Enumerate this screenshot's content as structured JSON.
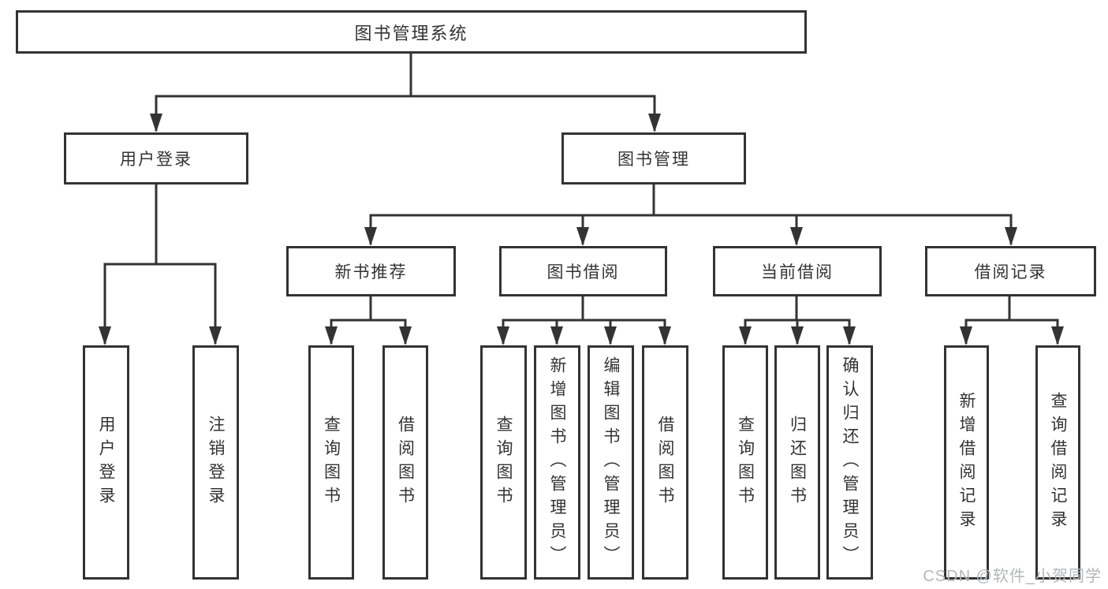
{
  "diagram": {
    "root": {
      "label": "图书管理系统"
    },
    "branches": [
      {
        "label": "用户登录",
        "children": [
          {
            "label": "用户登录"
          },
          {
            "label": "注销登录"
          }
        ]
      },
      {
        "label": "图书管理",
        "children": [
          {
            "label": "新书推荐",
            "children": [
              {
                "label": "查询图书"
              },
              {
                "label": "借阅图书"
              }
            ]
          },
          {
            "label": "图书借阅",
            "children": [
              {
                "label": "查询图书"
              },
              {
                "label": "新增图书（管理员）"
              },
              {
                "label": "编辑图书（管理员）"
              },
              {
                "label": "借阅图书"
              }
            ]
          },
          {
            "label": "当前借阅",
            "children": [
              {
                "label": "查询图书"
              },
              {
                "label": "归还图书"
              },
              {
                "label": "确认归还（管理员）"
              }
            ]
          },
          {
            "label": "借阅记录",
            "children": [
              {
                "label": "新增借阅记录"
              },
              {
                "label": "查询借阅记录"
              }
            ]
          }
        ]
      }
    ]
  },
  "watermark": "CSDN @软件_小贺同学",
  "colors": {
    "line": "#333333",
    "text": "#333333",
    "watermark": "#b3b7bb",
    "background": "#ffffff"
  }
}
